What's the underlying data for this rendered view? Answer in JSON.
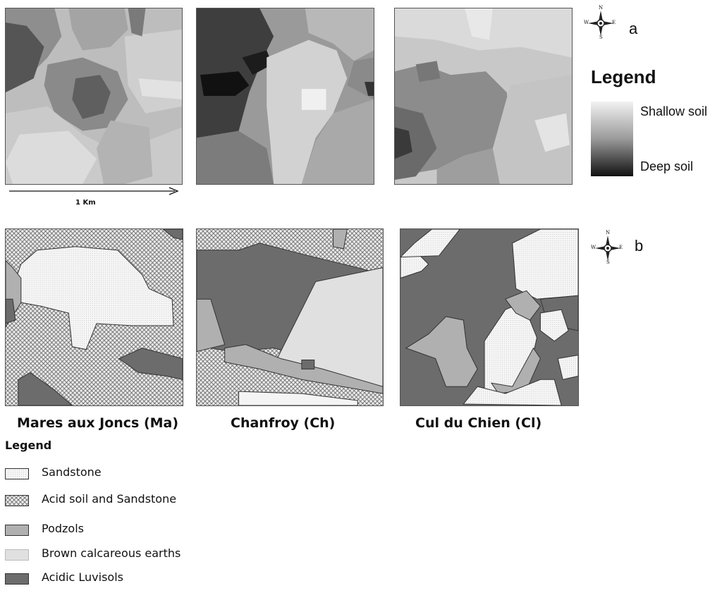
{
  "panel_labels": {
    "a": "a",
    "b": "b"
  },
  "scale_bar": {
    "label": "1 Km"
  },
  "compass": {
    "n": "N",
    "s": "S",
    "e": "E",
    "w": "W"
  },
  "depth_legend": {
    "title": "Legend",
    "top_label": "Shallow soil",
    "bottom_label": "Deep soil",
    "colors": [
      "#f2f2f2",
      "#9a9a9a",
      "#111111"
    ]
  },
  "sites": [
    {
      "name": "Mares aux Joncs (Ma)"
    },
    {
      "name": "Chanfroy (Ch)"
    },
    {
      "name": "Cul du Chien (Cl)"
    }
  ],
  "soil_legend": {
    "title": "Legend",
    "items": [
      {
        "label": "Sandstone",
        "pattern": "dots",
        "color": "#f4f4f4"
      },
      {
        "label": "Acid soil and Sandstone",
        "pattern": "crosshatch",
        "color": "#e8e8e8"
      },
      {
        "label": "Podzols",
        "pattern": "solid",
        "color": "#b0b0b0"
      },
      {
        "label": "Brown calcareous earths",
        "pattern": "solid",
        "color": "#e0e0e0"
      },
      {
        "label": "Acidic Luvisols",
        "pattern": "solid",
        "color": "#6c6c6c"
      }
    ]
  }
}
